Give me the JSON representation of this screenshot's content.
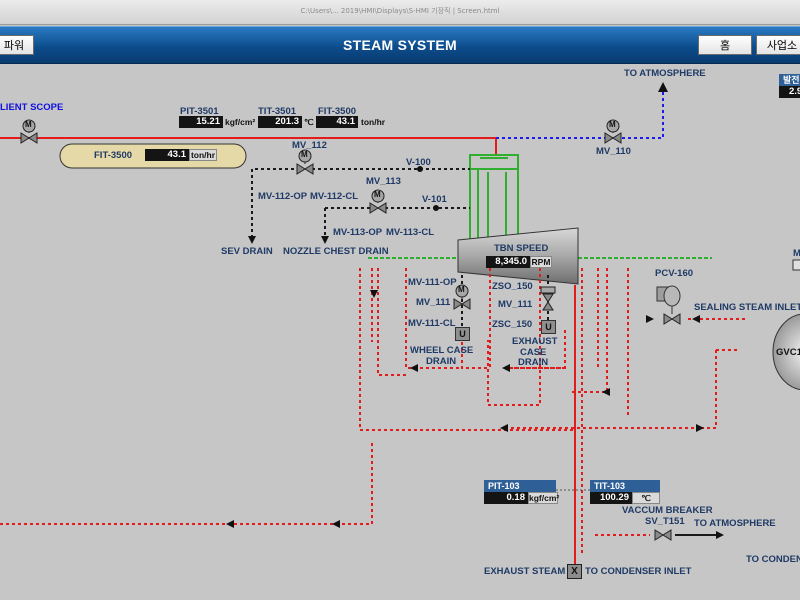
{
  "window": {
    "caption": "C:\\Users\\... 2019\\HMI\\Displays\\S-HMI 기장직 | Screen.html"
  },
  "header": {
    "title": "STEAM SYSTEM",
    "left_button": "파워",
    "home_button": "홈",
    "site_button": "사업소"
  },
  "labels": {
    "client_scope": "LIENT SCOPE",
    "pit3501": "PIT-3501",
    "tit3501": "TIT-3501",
    "fit3500_tag": "FIT-3500",
    "mv112": "MV_112",
    "mv110": "MV_110",
    "to_atm_top": "TO ATMOSPHERE",
    "v100": "V-100",
    "mv113": "MV_113",
    "v101": "V-101",
    "mv112op": "MV-112-OP",
    "mv112cl": "MV-112-CL",
    "mv113op": "MV-113-OP",
    "mv113cl": "MV-113-CL",
    "sev_drain": "SEV DRAIN",
    "nozzle_drain": "NOZZLE CHEST DRAIN",
    "tbn_speed": "TBN SPEED",
    "mv111op": "MV-111-OP",
    "mv111": "MV_111",
    "mv111cl": "MV-111-CL",
    "zso150": "ZSO_150",
    "mv111b": "MV_111",
    "zsc150": "ZSC_150",
    "wheel1": "WHEEL CASE",
    "wheel2": "DRAIN",
    "exh1": "EXHAUST",
    "exh2": "CASE",
    "exh3": "DRAIN",
    "pcv160": "PCV-160",
    "sealing": "SEALING STEAM INLET",
    "gvc": "GVC1",
    "right_m": "M",
    "vac1": "VACCUM BREAKER",
    "vac2": "SV_T151",
    "to_atm_bottom": "TO ATMOSPHERE",
    "to_cond": "TO CONDEN",
    "exhaust_steam": "EXHAUST STEAM",
    "to_condenser_inlet": "TO CONDENSER INLET",
    "pit103": "PIT-103",
    "tit103": "TIT-103",
    "motor": "M",
    "u": "U",
    "x": "X"
  },
  "values": {
    "pit3501": "15.21",
    "pit3501_unit": "kgf/cm²",
    "tit3501": "201.3",
    "tit3501_unit": "℃",
    "fit3500": "43.1",
    "fit3500_unit": "ton/hr",
    "fit3500_box_tag": "FIT-3500",
    "fit3500_box_val": "43.1",
    "fit3500_box_unit": "ton/hr",
    "tbn_speed": "8,345.0",
    "tbn_unit": "RPM",
    "pit103": "0.18",
    "pit103_unit": "kgf/cm²",
    "tit103": "100.29",
    "tit103_unit": "℃",
    "right_top_hdr": "발전",
    "right_top_val": "2.9"
  },
  "colors": {
    "steam_line": "#e41b1b",
    "drain_line": "#1a1a1a",
    "vent_line": "#1a1aee",
    "cooling_line": "#2fae2f",
    "header_blue": "#0d4d8c"
  }
}
